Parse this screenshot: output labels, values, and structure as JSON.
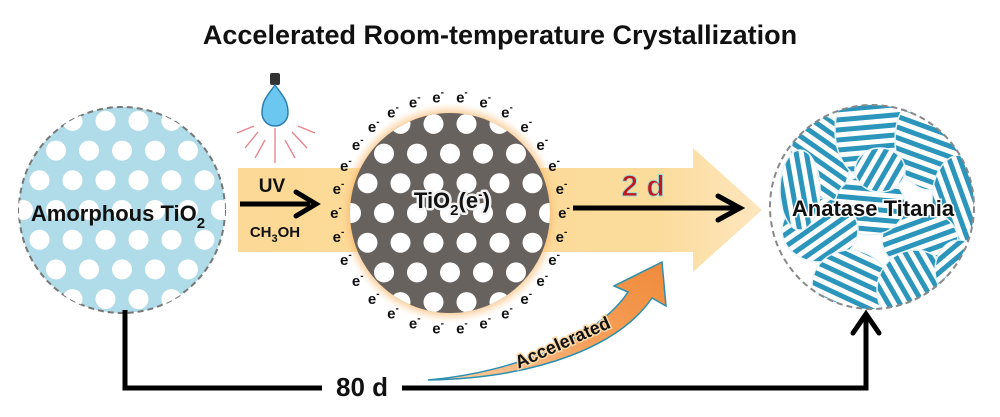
{
  "title": "Accelerated Room-temperature Crystallization",
  "left_particle": {
    "label": "Amorphous TiO",
    "subscript": "2"
  },
  "middle_particle": {
    "label_prefix": "TiO",
    "subscript": "2",
    "label_suffix": "(e",
    "superscript": "-",
    "close": ")"
  },
  "right_particle": {
    "label": "Anatase Titania"
  },
  "step1": {
    "top": "UV",
    "bottom_prefix": "CH",
    "bottom_sub": "3",
    "bottom_suffix": "OH"
  },
  "electron": {
    "base": "e",
    "charge": "-"
  },
  "fast_time": "2 d",
  "slow_time": "80 d",
  "accelerated_label": "Accelerated",
  "colors": {
    "amorphous": "#b0dbe8",
    "charged": "#67625e",
    "anatase_stripe": "#2b95bb",
    "band": "#fbd88c",
    "fast_time": "#c0181c",
    "accel_arrow": "#f39a4f"
  },
  "icons": {
    "light": "light-bulb-icon"
  }
}
